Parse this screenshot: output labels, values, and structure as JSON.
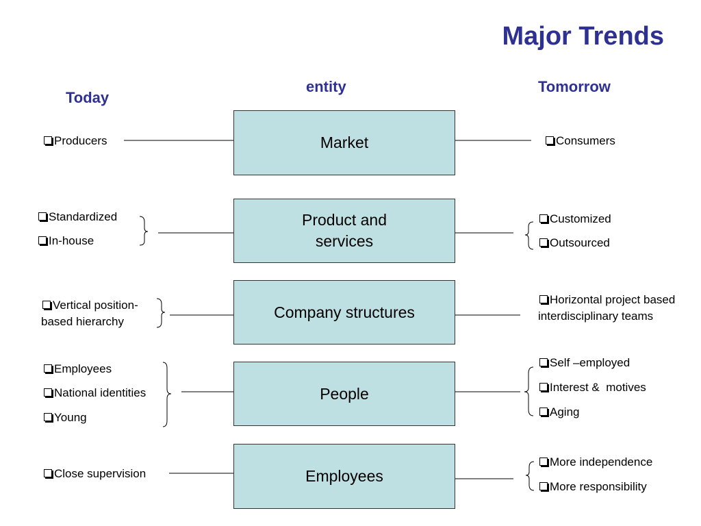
{
  "title": "Major Trends",
  "headers": {
    "today": "Today",
    "entity": "entity",
    "tomorrow": "Tomorrow"
  },
  "rows": [
    {
      "entity": [
        "Market"
      ],
      "today": [
        "Producers"
      ],
      "tomorrow": [
        "Consumers"
      ]
    },
    {
      "entity": [
        "Product and",
        "services"
      ],
      "today": [
        "Standardized",
        "In-house"
      ],
      "tomorrow": [
        "Customized",
        "Outsourced"
      ]
    },
    {
      "entity": [
        "Company structures"
      ],
      "today": [
        "Vertical position-based hierarchy"
      ],
      "tomorrow": [
        "Horizontal project based interdisciplinary teams"
      ]
    },
    {
      "entity": [
        "People"
      ],
      "today": [
        "Employees",
        "National identities",
        "Young"
      ],
      "tomorrow": [
        "Self –employed",
        "Interest &  motives",
        "Aging"
      ]
    },
    {
      "entity": [
        "Employees"
      ],
      "today": [
        "Close supervision"
      ],
      "tomorrow": [
        "More independence",
        "More responsibility"
      ]
    }
  ],
  "colors": {
    "heading": "#2e3192",
    "box_fill": "#bfe0e3",
    "box_border": "#333333"
  }
}
